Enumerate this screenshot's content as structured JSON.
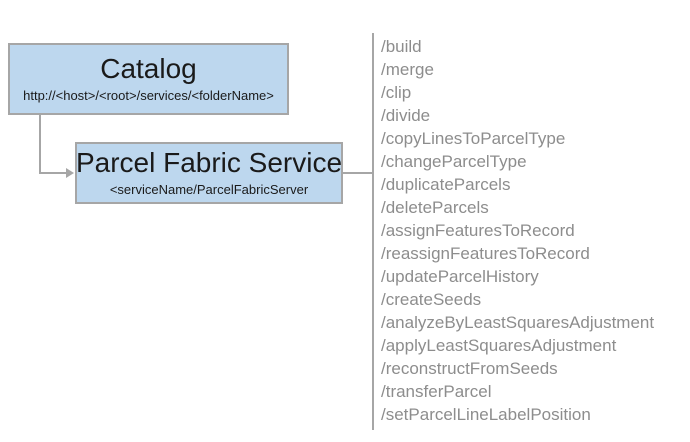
{
  "diagram": {
    "catalog_box": {
      "title": "Catalog",
      "subtitle": "http://<host>/<root>/services/<folderName>"
    },
    "service_box": {
      "title": "Parcel Fabric Service",
      "subtitle": "<serviceName/ParcelFabricServer"
    },
    "operations": [
      "/build",
      "/merge",
      "/clip",
      "/divide",
      "/copyLinesToParcelType",
      "/changeParcelType",
      "/duplicateParcels",
      "/deleteParcels",
      "/assignFeaturesToRecord",
      "/reassignFeaturesToRecord",
      "/updateParcelHistory",
      "/createSeeds",
      "/analyzeByLeastSquaresAdjustment",
      "/applyLeastSquaresAdjustment",
      "/reconstructFromSeeds",
      "/transferParcel",
      "/setParcelLineLabelPosition"
    ],
    "colors": {
      "box_fill": "#bdd7ee",
      "box_border": "#a6a6a6",
      "connector": "#a6a6a6",
      "title_text": "#1a1a1a",
      "list_text": "#8d8d8d"
    }
  }
}
